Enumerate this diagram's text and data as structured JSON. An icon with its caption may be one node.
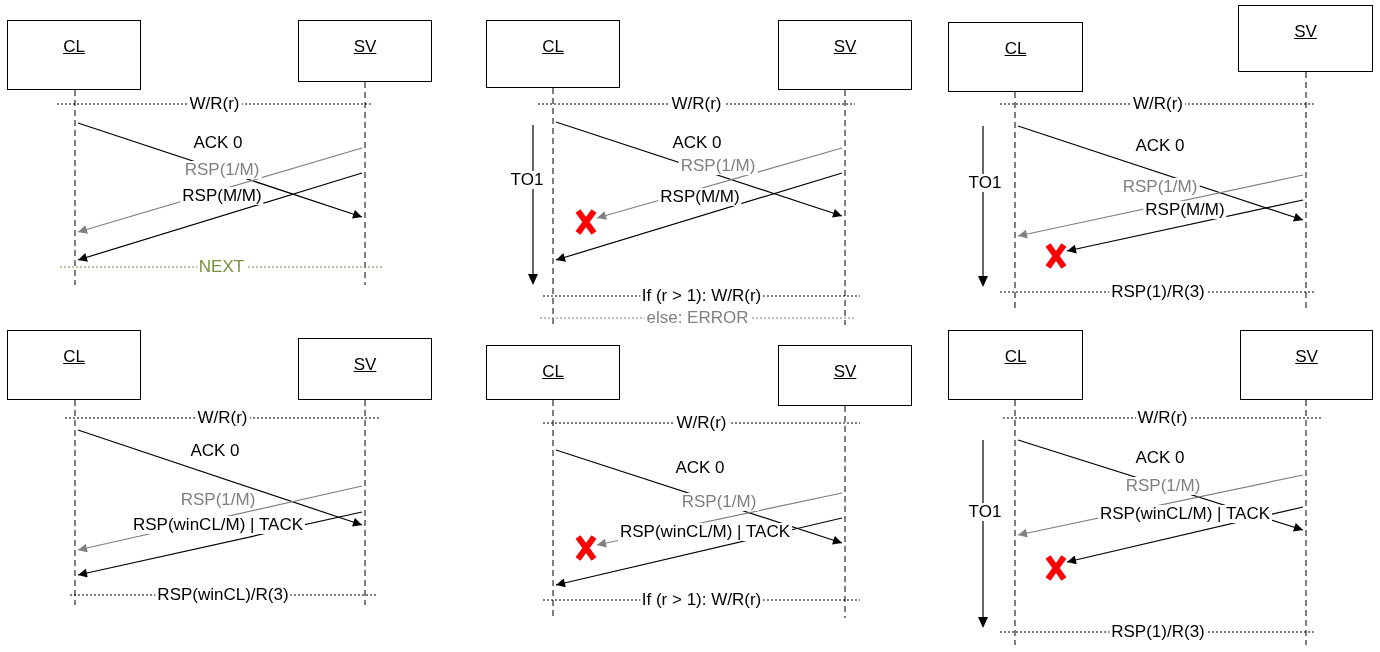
{
  "diagram": {
    "nodes": [
      {
        "text": [
          "CL"
        ]
      },
      {
        "text": [
          "SV"
        ]
      },
      {
        "text": [],
        "shape": "bar"
      },
      {
        "text": [],
        "shape": "bar"
      },
      {
        "text": [
          "CL"
        ]
      },
      {
        "text": [
          "SV"
        ]
      },
      {
        "text": [],
        "shape": "bar"
      },
      {
        "text": [],
        "shape": "bar"
      },
      {
        "text": [
          "CL"
        ]
      },
      {
        "text": [
          "SV"
        ]
      },
      {
        "text": [],
        "shape": "bar"
      },
      {
        "text": [],
        "shape": "bar"
      },
      {
        "text": [
          "CL"
        ]
      },
      {
        "text": [
          "SV"
        ]
      },
      {
        "text": [],
        "shape": "bar"
      },
      {
        "text": [],
        "shape": "bar"
      },
      {
        "text": [
          "CL"
        ]
      },
      {
        "text": [
          "SV"
        ]
      },
      {
        "text": [],
        "shape": "bar"
      },
      {
        "text": [],
        "shape": "bar"
      },
      {
        "text": [
          "CL"
        ]
      },
      {
        "text": [
          "SV"
        ]
      },
      {
        "text": [],
        "shape": "bar"
      },
      {
        "text": [],
        "shape": "bar"
      },
      {
        "text": [],
        "shape": "cross"
      },
      {
        "text": [],
        "shape": "cross"
      },
      {
        "text": [],
        "shape": "cross"
      },
      {
        "text": [],
        "shape": "cross"
      }
    ],
    "edges": [
      {
        "from": 2,
        "to": 3,
        "arrow": "to",
        "label": "ACK 0"
      },
      {
        "from": 3,
        "to": 2,
        "arrow": "to",
        "label": "RSP(1/M)",
        "color": "#808080"
      },
      {
        "from": 3,
        "to": 2,
        "arrow": "to",
        "label": "RSP(M/M)"
      },
      {
        "from": 6,
        "to": 7,
        "arrow": "to",
        "label": "ACK 0"
      },
      {
        "from": 7,
        "to": 24,
        "arrow": "to",
        "label": "RSP(1/M)",
        "color": "#808080"
      },
      {
        "from": 7,
        "to": 6,
        "arrow": "to",
        "label": "RSP(M/M)"
      },
      {
        "from": 10,
        "to": 11,
        "arrow": "to",
        "label": "ACK 0"
      },
      {
        "from": 11,
        "to": 10,
        "arrow": "to",
        "label": "RSP(1/M)",
        "color": "#808080"
      },
      {
        "from": 11,
        "to": 25,
        "arrow": "to",
        "label": "RSP(M/M)"
      },
      {
        "from": 14,
        "to": 15,
        "arrow": "to",
        "label": "ACK 0"
      },
      {
        "from": 15,
        "to": 14,
        "arrow": "to",
        "label": "RSP(1/M)",
        "color": "#808080"
      },
      {
        "from": 15,
        "to": 14,
        "arrow": "to",
        "label": "RSP(winCL/M) | TACK"
      },
      {
        "from": 18,
        "to": 19,
        "arrow": "to",
        "label": "ACK 0"
      },
      {
        "from": 19,
        "to": 26,
        "arrow": "to",
        "label": "RSP(1/M)",
        "color": "#808080"
      },
      {
        "from": 19,
        "to": 18,
        "arrow": "to",
        "label": "RSP(winCL/M) | TACK"
      },
      {
        "from": 22,
        "to": 23,
        "arrow": "to",
        "label": "ACK 0"
      },
      {
        "from": 23,
        "to": 22,
        "arrow": "to",
        "label": "RSP(1/M)",
        "color": "#808080"
      },
      {
        "from": 23,
        "to": 27,
        "arrow": "to",
        "label": "RSP(winCL/M) | TACK"
      }
    ],
    "labels": [
      "W/R(r)",
      "NEXT",
      "W/R(r)",
      "TO1",
      "If (r > 1): W/R(r)",
      "else: ERROR",
      "W/R(r)",
      "TO1",
      "RSP(1)/R(3)",
      "W/R(r)",
      "RSP(winCL)/R(3)",
      "W/R(r)",
      "If (r > 1): W/R(r)",
      "W/R(r)",
      "TO1",
      "RSP(1)/R(3)"
    ]
  }
}
